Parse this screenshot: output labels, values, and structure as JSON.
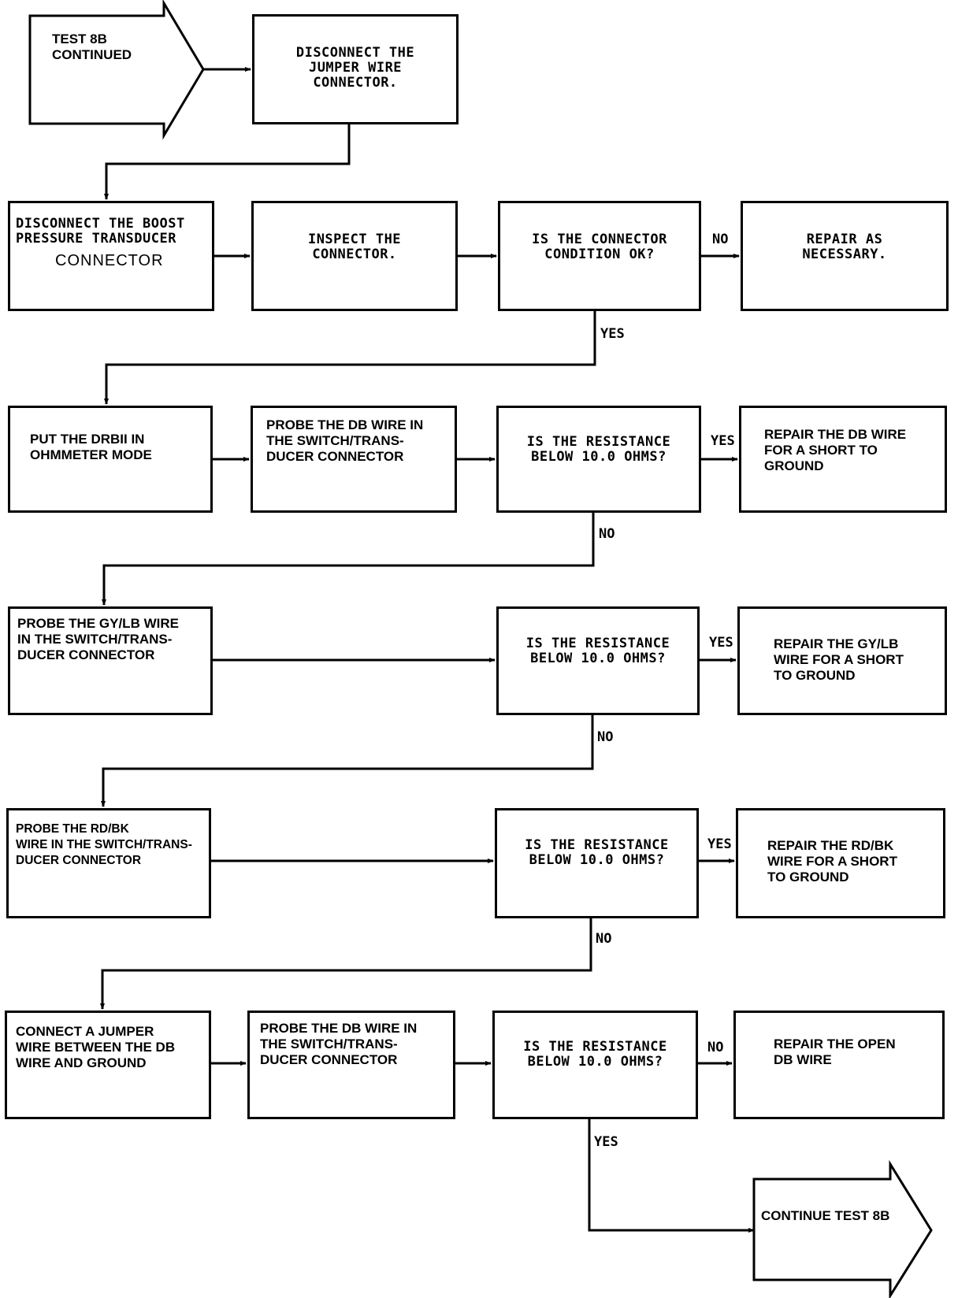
{
  "start": {
    "text": "TEST 8B\nCONTINUED"
  },
  "end": {
    "text": "CONTINUE TEST 8B"
  },
  "steps": {
    "disconnect_jumper": "DISCONNECT THE\nJUMPER WIRE\nCONNECTOR.",
    "disconnect_boost": "DISCONNECT THE BOOST\nPRESSURE TRANSDUCER",
    "disconnect_boost_line3": "CONNECTOR",
    "inspect": "INSPECT THE\nCONNECTOR.",
    "connector_ok": "IS THE CONNECTOR\nCONDITION OK?",
    "repair_necessary": "REPAIR AS\nNECESSARY.",
    "drbii": "PUT THE DRBII IN\nOHMMETER MODE",
    "probe_db_1": "PROBE THE DB WIRE IN\nTHE SWITCH/TRANS-\nDUCER CONNECTOR",
    "resistance_1": "IS THE RESISTANCE\nBELOW 10.0 OHMS?",
    "repair_db_short": "REPAIR THE DB WIRE\nFOR A SHORT TO\nGROUND",
    "probe_gylb": "PROBE THE GY/LB WIRE\nIN THE SWITCH/TRANS-\nDUCER CONNECTOR",
    "resistance_2": "IS THE RESISTANCE\nBELOW 10.0 OHMS?",
    "repair_gylb_short": "REPAIR THE GY/LB\nWIRE FOR A SHORT\n TO GROUND",
    "probe_rdbk": "PROBE THE RD/BK\nWIRE IN THE SWITCH/TRANS-\nDUCER CONNECTOR",
    "resistance_3": "IS THE RESISTANCE\nBELOW 10.0 OHMS?",
    "repair_rdbk_short": "REPAIR THE RD/BK\nWIRE FOR A SHORT\nTO GROUND",
    "connect_jumper": "CONNECT A JUMPER\nWIRE BETWEEN THE DB\nWIRE AND GROUND",
    "probe_db_2": "PROBE THE DB WIRE IN\nTHE SWITCH/TRANS-\nDUCER CONNECTOR",
    "resistance_4": "IS THE RESISTANCE\nBELOW 10.0 OHMS?",
    "repair_open_db": "REPAIR THE OPEN\nDB WIRE"
  },
  "labels": {
    "no_1": "NO",
    "yes_1": "YES",
    "yes_2": "YES",
    "no_2": "NO",
    "yes_3": "YES",
    "no_3": "NO",
    "yes_4": "YES",
    "no_4": "NO",
    "no_5": "NO",
    "yes_5": "YES"
  }
}
